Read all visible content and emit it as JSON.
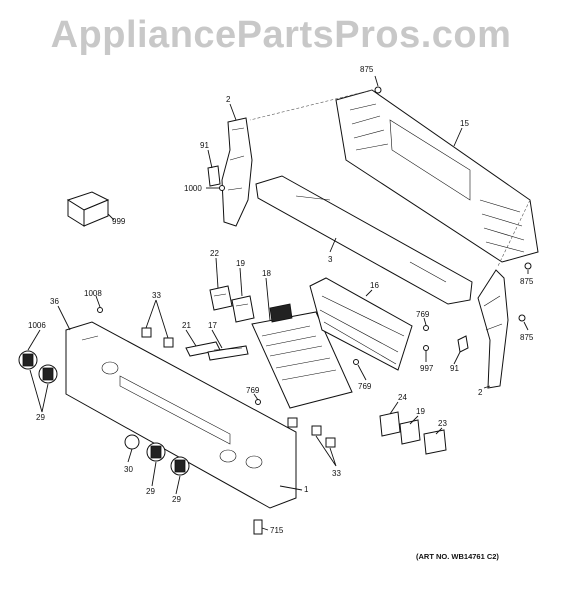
{
  "watermark": "AppliancePartsPros.com",
  "art_number": "(ART NO. WB14761 C2)",
  "callouts": {
    "c875a": "875",
    "c15": "15",
    "c2a": "2",
    "c91a": "91",
    "c1000": "1000",
    "c999": "999",
    "c3": "3",
    "c22": "22",
    "c19a": "19",
    "c18": "18",
    "c16": "16",
    "c875b": "875",
    "c875c": "875",
    "c1008": "1008",
    "c36": "36",
    "c33a": "33",
    "c1006": "1006",
    "c21": "21",
    "c17": "17",
    "c769a": "769",
    "c997": "997",
    "c91b": "91",
    "c769b": "769",
    "c769c": "769",
    "c2b": "2",
    "c29a": "29",
    "c24": "24",
    "c19b": "19",
    "c23": "23",
    "c30": "30",
    "c33b": "33",
    "c29b": "29",
    "c29c": "29",
    "c1": "1",
    "c715": "715"
  }
}
